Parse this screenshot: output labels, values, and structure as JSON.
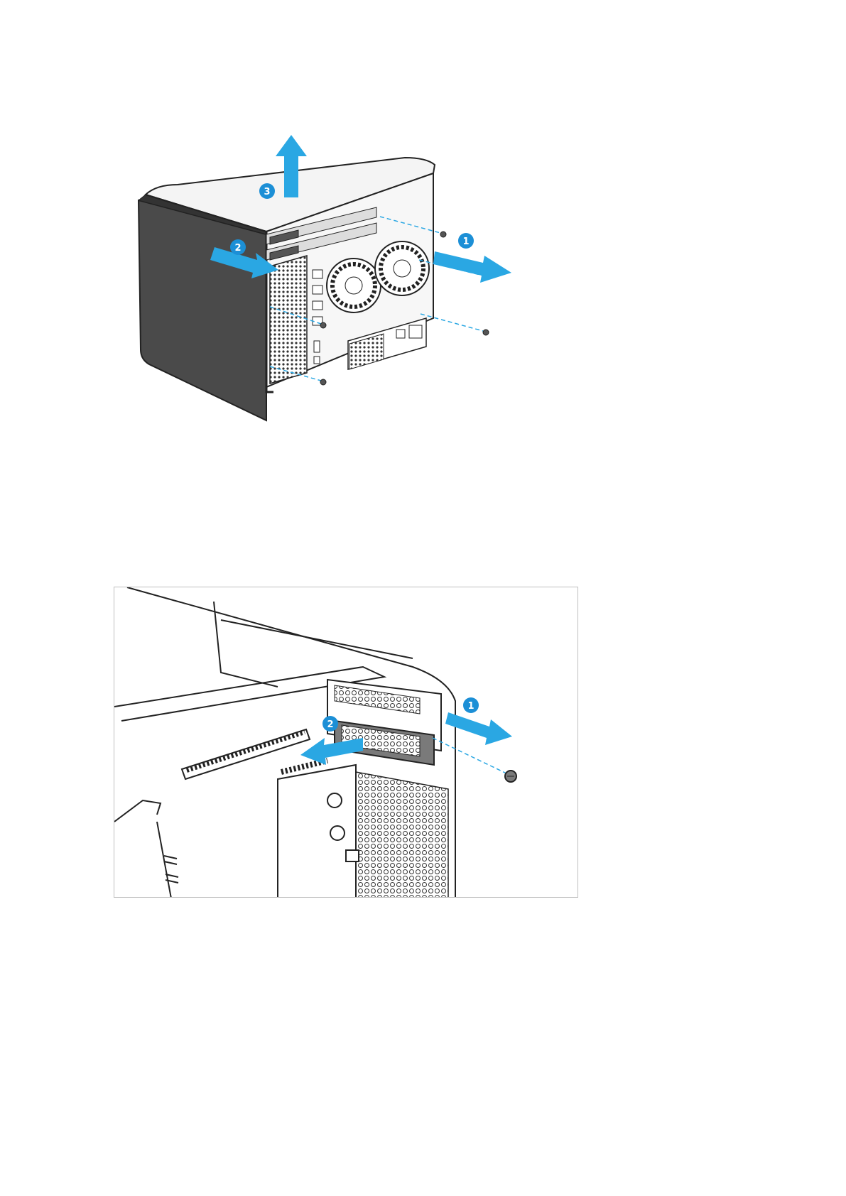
{
  "figure_1": {
    "step_badges": [
      "1",
      "2",
      "3"
    ],
    "colors": {
      "arrow": "#2aa7e3",
      "badge": "#1c8fd6",
      "chassis_dark": "#4a4a4a",
      "chassis_light": "#f4f4f4",
      "line": "#222222"
    }
  },
  "figure_2": {
    "step_badges": [
      "1",
      "2"
    ],
    "colors": {
      "arrow": "#2aa7e3",
      "badge": "#1c8fd6",
      "line": "#222222",
      "bracket": "#7a7a7a"
    }
  }
}
